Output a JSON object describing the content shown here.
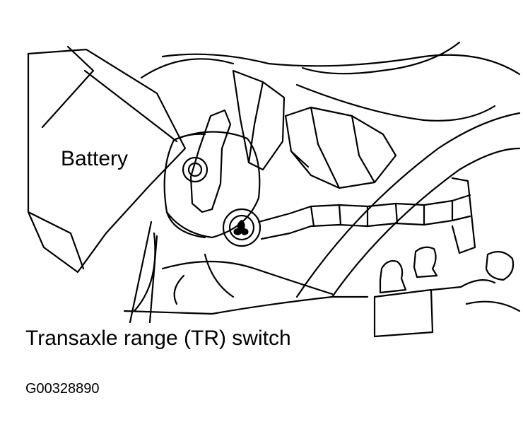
{
  "labels": {
    "battery": "Battery",
    "tr_switch": "Transaxle range (TR) switch",
    "figure_id": "G00328890"
  },
  "colors": {
    "ink": "#000000",
    "paper": "#ffffff"
  }
}
